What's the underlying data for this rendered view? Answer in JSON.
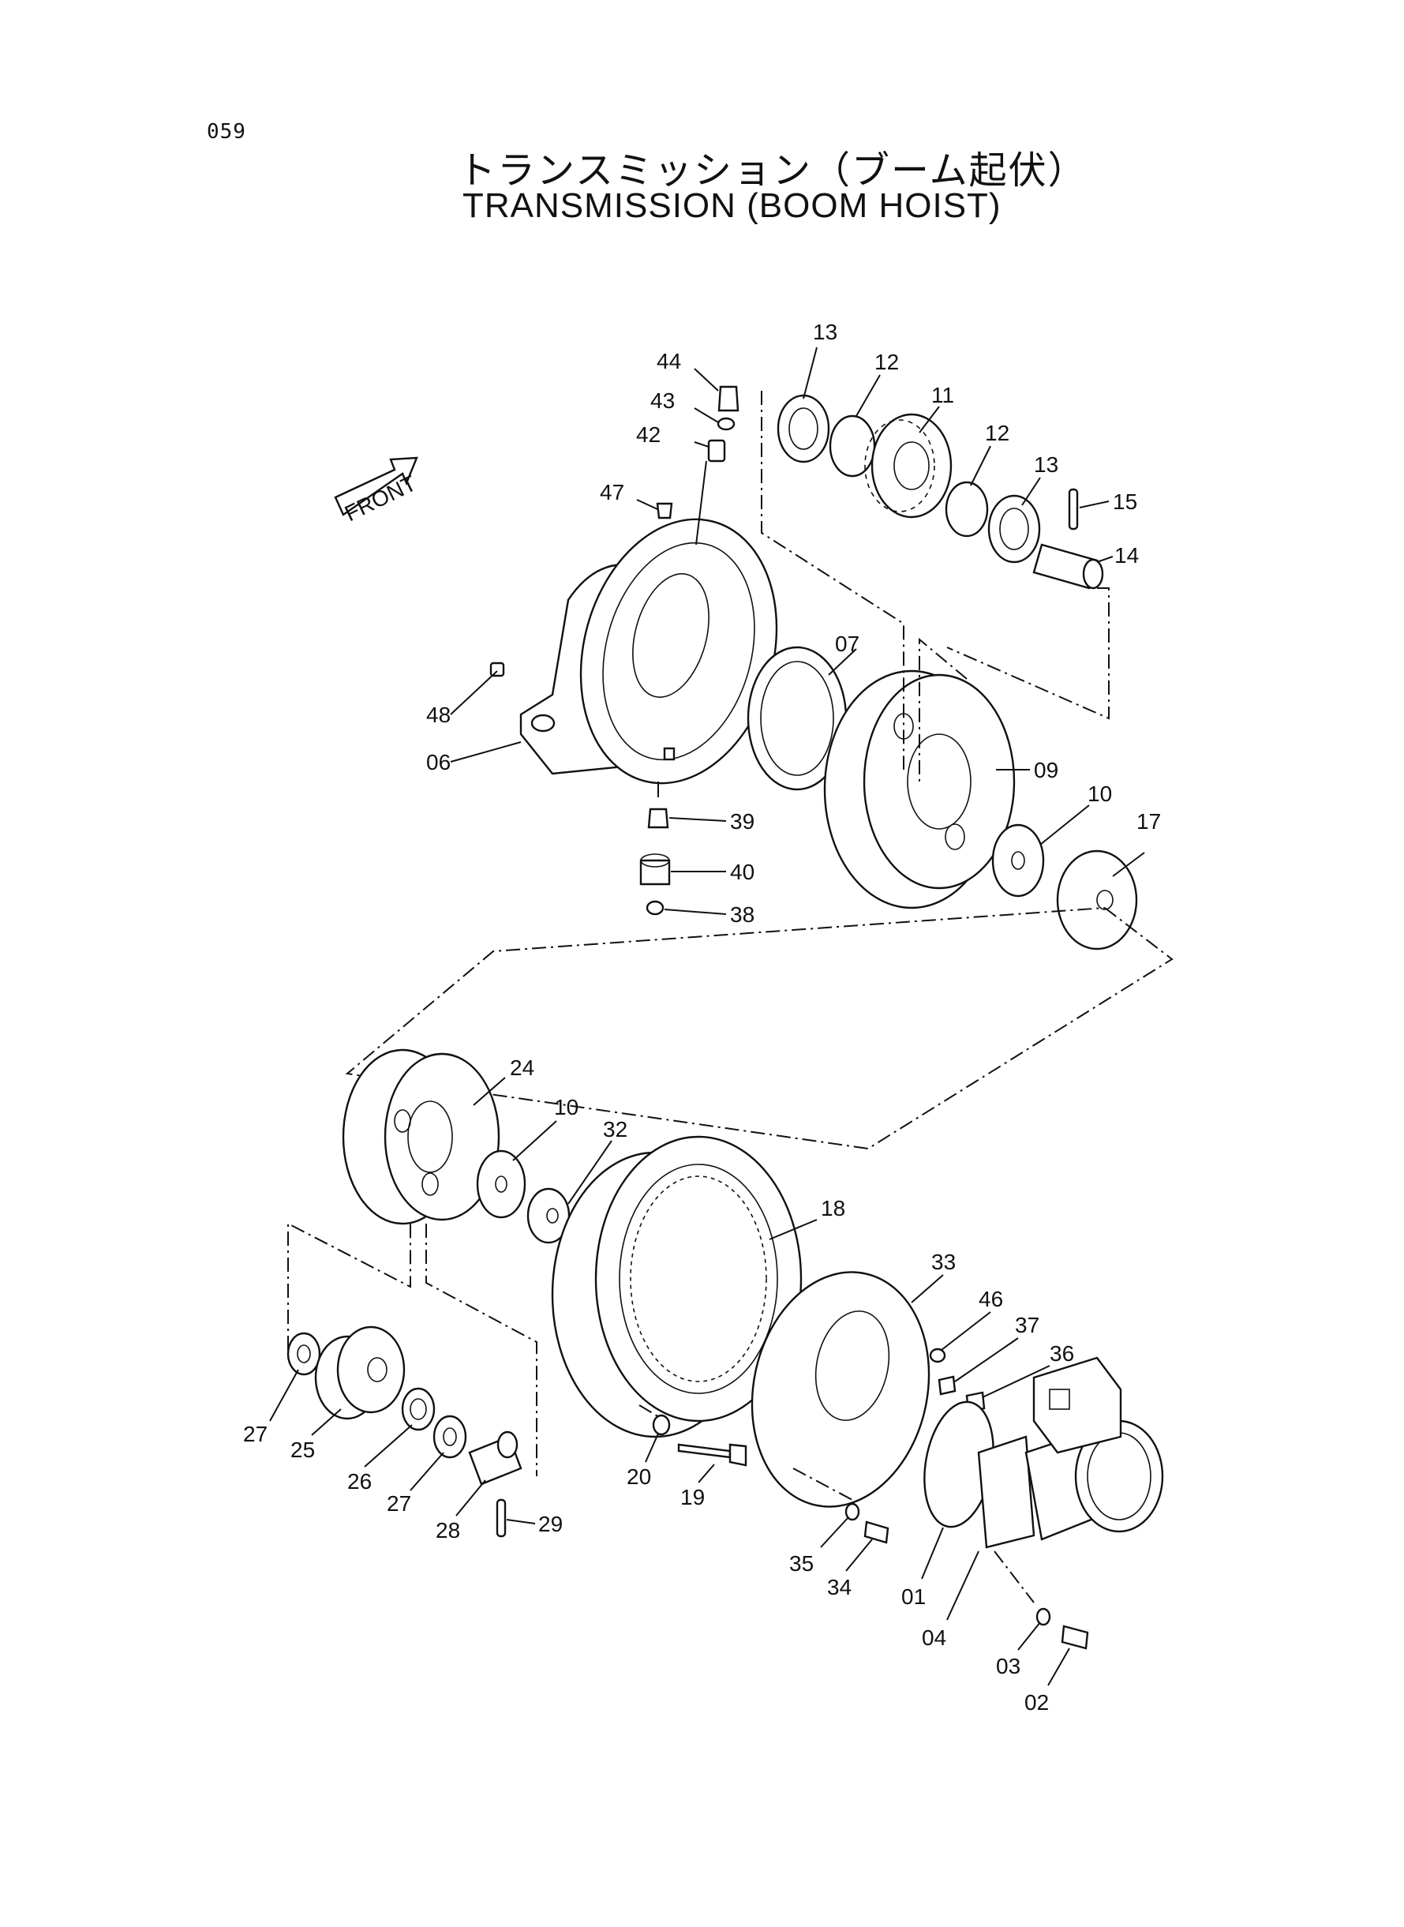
{
  "page": {
    "number": "059",
    "title_jp": "トランスミッション（ブーム起伏）",
    "title_en": "TRANSMISSION (BOOM HOIST)"
  },
  "front_arrow": {
    "label": "FRONT"
  },
  "callouts": {
    "p44": "44",
    "p43": "43",
    "p42": "42",
    "p47": "47",
    "p48": "48",
    "p06": "06",
    "p13a": "13",
    "p12a": "12",
    "p11": "11",
    "p12b": "12",
    "p13b": "13",
    "p15": "15",
    "p14": "14",
    "p07": "07",
    "p09": "09",
    "p10a": "10",
    "p17": "17",
    "p39": "39",
    "p40": "40",
    "p38": "38",
    "p24": "24",
    "p10b": "10",
    "p32": "32",
    "p18": "18",
    "p33": "33",
    "p46": "46",
    "p37": "37",
    "p36": "36",
    "p27a": "27",
    "p25": "25",
    "p26": "26",
    "p27b": "27",
    "p28": "28",
    "p29": "29",
    "p20": "20",
    "p19": "19",
    "p35": "35",
    "p34": "34",
    "p01": "01",
    "p04": "04",
    "p03": "03",
    "p02": "02"
  }
}
